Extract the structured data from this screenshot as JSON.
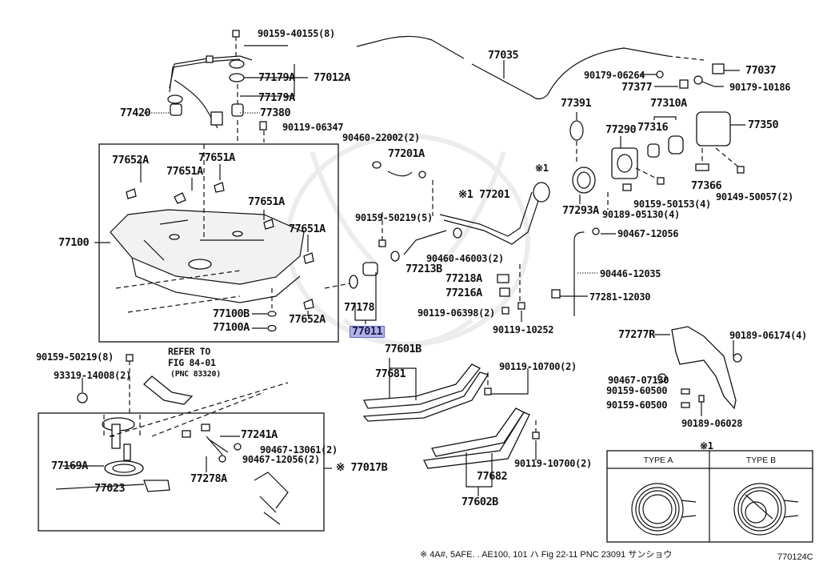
{
  "diagram": {
    "title_code": "770124C",
    "footnote": "※  4A#, 5AFE. . AE100, 101 ハ Fig 22-11 PNC 23091 サンショウ",
    "highlight_color": "#b3b3e6",
    "refer_note": {
      "line1": "REFER TO",
      "line2": "FIG 84-01",
      "line3": "(PNC 83320)"
    },
    "type_legend": {
      "mark": "※1",
      "type_a": "TYPE A",
      "type_b": "TYPE B"
    },
    "labels": {
      "p90159_40155": "90159-40155(8)",
      "p77179A_1": "77179A",
      "p77012A": "77012A",
      "p77179A_2": "77179A",
      "p77420": "77420",
      "p77380": "77380",
      "p90119_06347": "90119-06347",
      "p77035": "77035",
      "p77037": "77037",
      "p90179_06264": "90179-06264",
      "p77377": "77377",
      "p90179_10186": "90179-10186",
      "p77391": "77391",
      "p77310A": "77310A",
      "p77290": "77290",
      "p77316": "77316",
      "p77350": "77350",
      "p77366": "77366",
      "p90149_50057": "90149-50057(2)",
      "p77293A": "77293A",
      "p90159_50153": "90159-50153(4)",
      "p90189_05130": "90189-05130(4)",
      "p90467_12056a": "90467-12056",
      "p90446_12035": "90446-12035",
      "p77281_12030": "77281-12030",
      "p77277R": "77277R",
      "p90189_06174": "90189-06174(4)",
      "p90467_07130": "90467-07130",
      "p90159_60500a": "90159-60500",
      "p90159_60500b": "90159-60500",
      "p90189_06028": "90189-06028",
      "p90460_22002": "90460-22002(2)",
      "p77201A": "77201A",
      "p77201": "※1 77201",
      "mark1": "※1",
      "p90159_50219_5": "90159-50219(5)",
      "p90460_46003": "90460-46003(2)",
      "p77213B": "77213B",
      "p77218A": "77218A",
      "p77216A": "77216A",
      "p90119_06398": "90119-06398(2)",
      "p90119_10252": "90119-10252",
      "p77178": "77178",
      "p77011": "77011",
      "p77652A_1": "77652A",
      "p77651A_1": "77651A",
      "p77651A_2": "77651A",
      "p77651A_3": "77651A",
      "p77651A_4": "77651A",
      "p77100": "77100",
      "p77100B": "77100B",
      "p77100A": "77100A",
      "p77652A_2": "77652A",
      "p77601B": "77601B",
      "p77681": "77681",
      "p90119_10700a": "90119-10700(2)",
      "p90119_10700b": "90119-10700(2)",
      "p77682": "77682",
      "p77602B": "77602B",
      "p90159_50219_8": "90159-50219(8)",
      "p93319_14008": "93319-14008(2)",
      "p77241A": "77241A",
      "p90467_13061": "90467-13061(2)",
      "p90467_12056b": "90467-12056(2)",
      "p77169A": "77169A",
      "p77278A": "77278A",
      "p77023": "77023",
      "p77017B": "※  77017B"
    }
  }
}
